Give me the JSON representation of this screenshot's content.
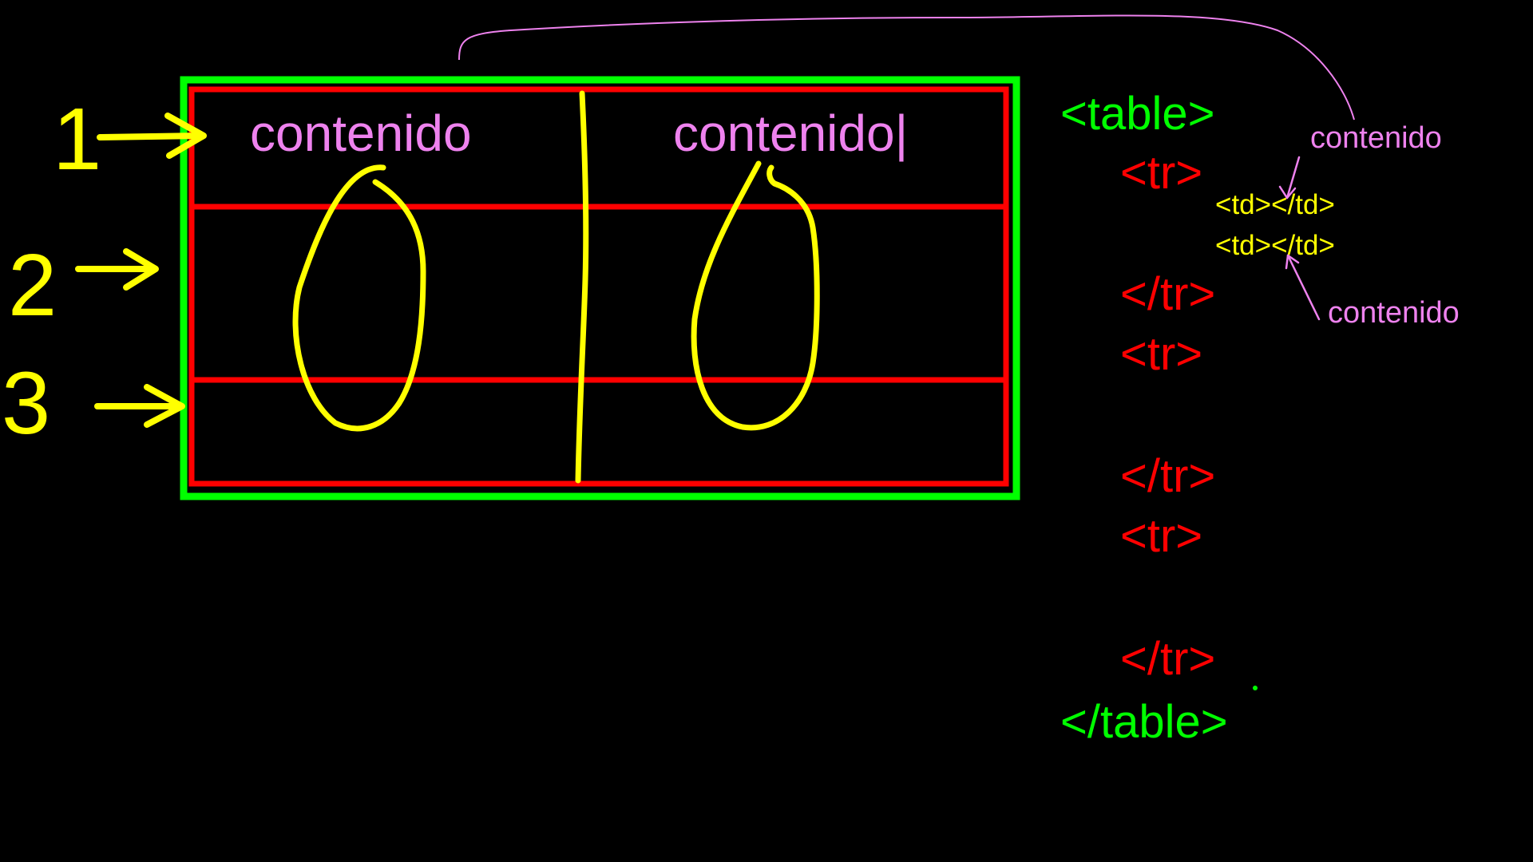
{
  "colors": {
    "background": "#000000",
    "table_outline": "#00ff00",
    "row_outline": "#ff0000",
    "annotation": "#ffff00",
    "content_text": "#ee82ee",
    "table_tag": "#00ff00",
    "tr_tag": "#ff0000",
    "td_tag": "#ffff00"
  },
  "drawing": {
    "row_numbers": [
      "1",
      "2",
      "3"
    ],
    "cell_1_text": "contenido",
    "cell_2_text": "contenido|"
  },
  "code": {
    "table_open": "<table>",
    "tr_open_1": "<tr>",
    "td_1": "<td></td>",
    "td_2": "<td></td>",
    "tr_close_1": "</tr>",
    "tr_open_2": "<tr>",
    "tr_close_2": "</tr>",
    "tr_open_3": "<tr>",
    "tr_close_3": "</tr>",
    "table_close": "</table>"
  },
  "notes": {
    "contenido_top": "contenido",
    "contenido_bottom": "contenido"
  }
}
